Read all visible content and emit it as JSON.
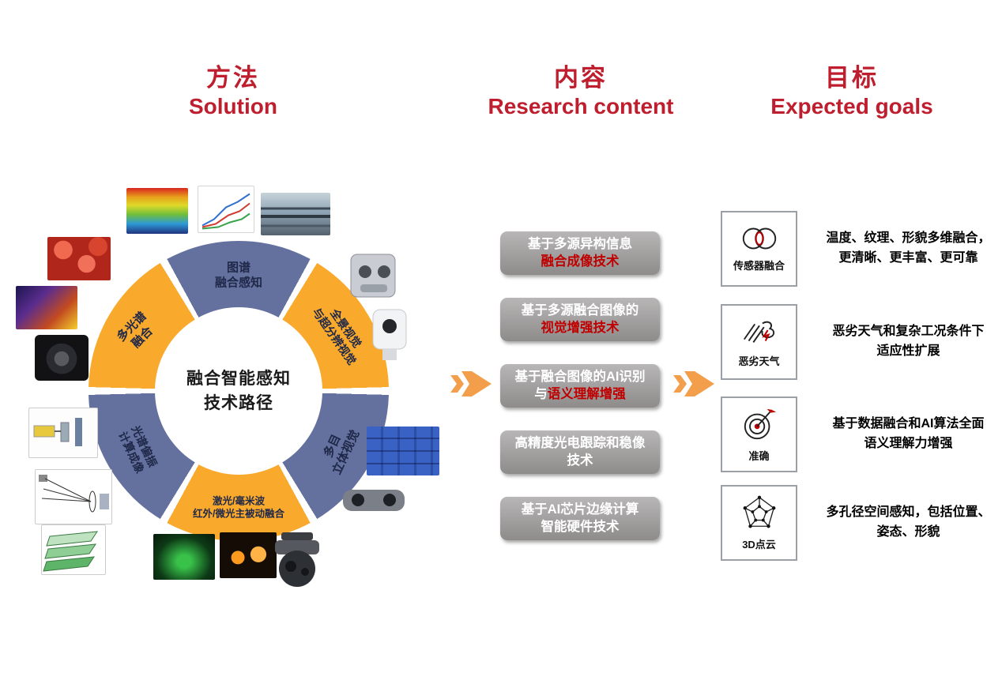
{
  "columns": [
    {
      "title_zh": "方法",
      "title_en": "Solution"
    },
    {
      "title_zh": "内容",
      "title_en": "Research content"
    },
    {
      "title_zh": "目标",
      "title_en": "Expected goals"
    }
  ],
  "colors": {
    "header_red": "#be1e2d",
    "ring_blue": "#64719f",
    "ring_yellow": "#f9a92c",
    "box_gray": "#9c9999",
    "box_text_red": "#c00000",
    "arrow_orange": "#f29e4a"
  },
  "ring": {
    "center_line1": "融合智能感知",
    "center_line2": "技术路径",
    "segments": [
      {
        "line1": "图谱",
        "line2": "融合感知"
      },
      {
        "line1": "全景视觉",
        "line2": "与超分辨视觉"
      },
      {
        "line1": "多目",
        "line2": "立体视觉"
      },
      {
        "line1": "激光/毫米波",
        "line2": "红外/微光主被动融合"
      },
      {
        "line1": "光谱偏振",
        "line2": "计算成像"
      },
      {
        "line1": "多光谱",
        "line2": "融合"
      }
    ]
  },
  "research_boxes": [
    {
      "line1": "基于多源异构信息",
      "line2_white": "",
      "line2_red": "融合成像技术"
    },
    {
      "line1": "基于多源融合图像的",
      "line2_white": "",
      "line2_red": "视觉增强技术"
    },
    {
      "line1": "基于融合图像的AI识别",
      "line2_white": "与",
      "line2_red": "语义理解增强"
    },
    {
      "line1": "高精度光电跟踪和稳像",
      "line2_white": "技术",
      "line2_red": ""
    },
    {
      "line1": "基于AI芯片边缘计算",
      "line2_white": "智能硬件技术",
      "line2_red": ""
    }
  ],
  "goals": [
    {
      "icon": "sensor-fusion-icon",
      "label": "传感器融合",
      "desc1": "温度、纹理、形貌多维融合，",
      "desc2": "更清晰、更丰富、更可靠"
    },
    {
      "icon": "bad-weather-icon",
      "label": "恶劣天气",
      "desc1": "恶劣天气和复杂工况条件下",
      "desc2": "适应性扩展"
    },
    {
      "icon": "accuracy-target-icon",
      "label": "准确",
      "desc1": "基于数据融合和AI算法全面",
      "desc2": "语义理解力增强"
    },
    {
      "icon": "point-cloud-icon",
      "label": "3D点云",
      "desc1": "多孔径空间感知，包括位置、",
      "desc2": "姿态、形貌"
    }
  ],
  "thumbnails": [
    "thermal-strawberry-cube",
    "spectral-curves-chart",
    "pipeline-photo",
    "strawberries-photo",
    "thermal-scene",
    "camera-lens",
    "spectrometer-diagram",
    "optical-path-diagram",
    "prism-spectra-diagram",
    "night-vision-ship",
    "thermal-infrared-people",
    "gimbal-camera",
    "multi-camera-rig",
    "white-ptz-camera",
    "blue-point-cloud-boxes",
    "stereo-camera"
  ]
}
